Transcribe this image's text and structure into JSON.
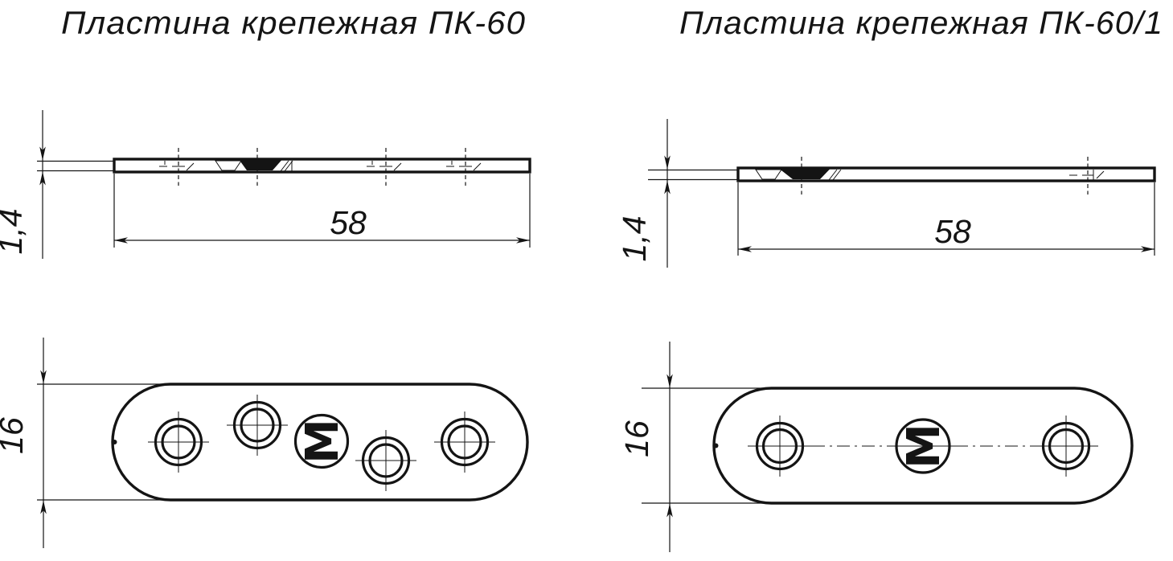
{
  "left": {
    "title": "Пластина крепежная ПК-60",
    "dims": {
      "length": "58",
      "thickness": "1,4",
      "width": "16"
    },
    "logo_letter": "M"
  },
  "right": {
    "title": "Пластина крепежная ПК-60/1",
    "dims": {
      "length": "58",
      "thickness": "1,4",
      "width": "16"
    },
    "logo_letter": "M"
  }
}
